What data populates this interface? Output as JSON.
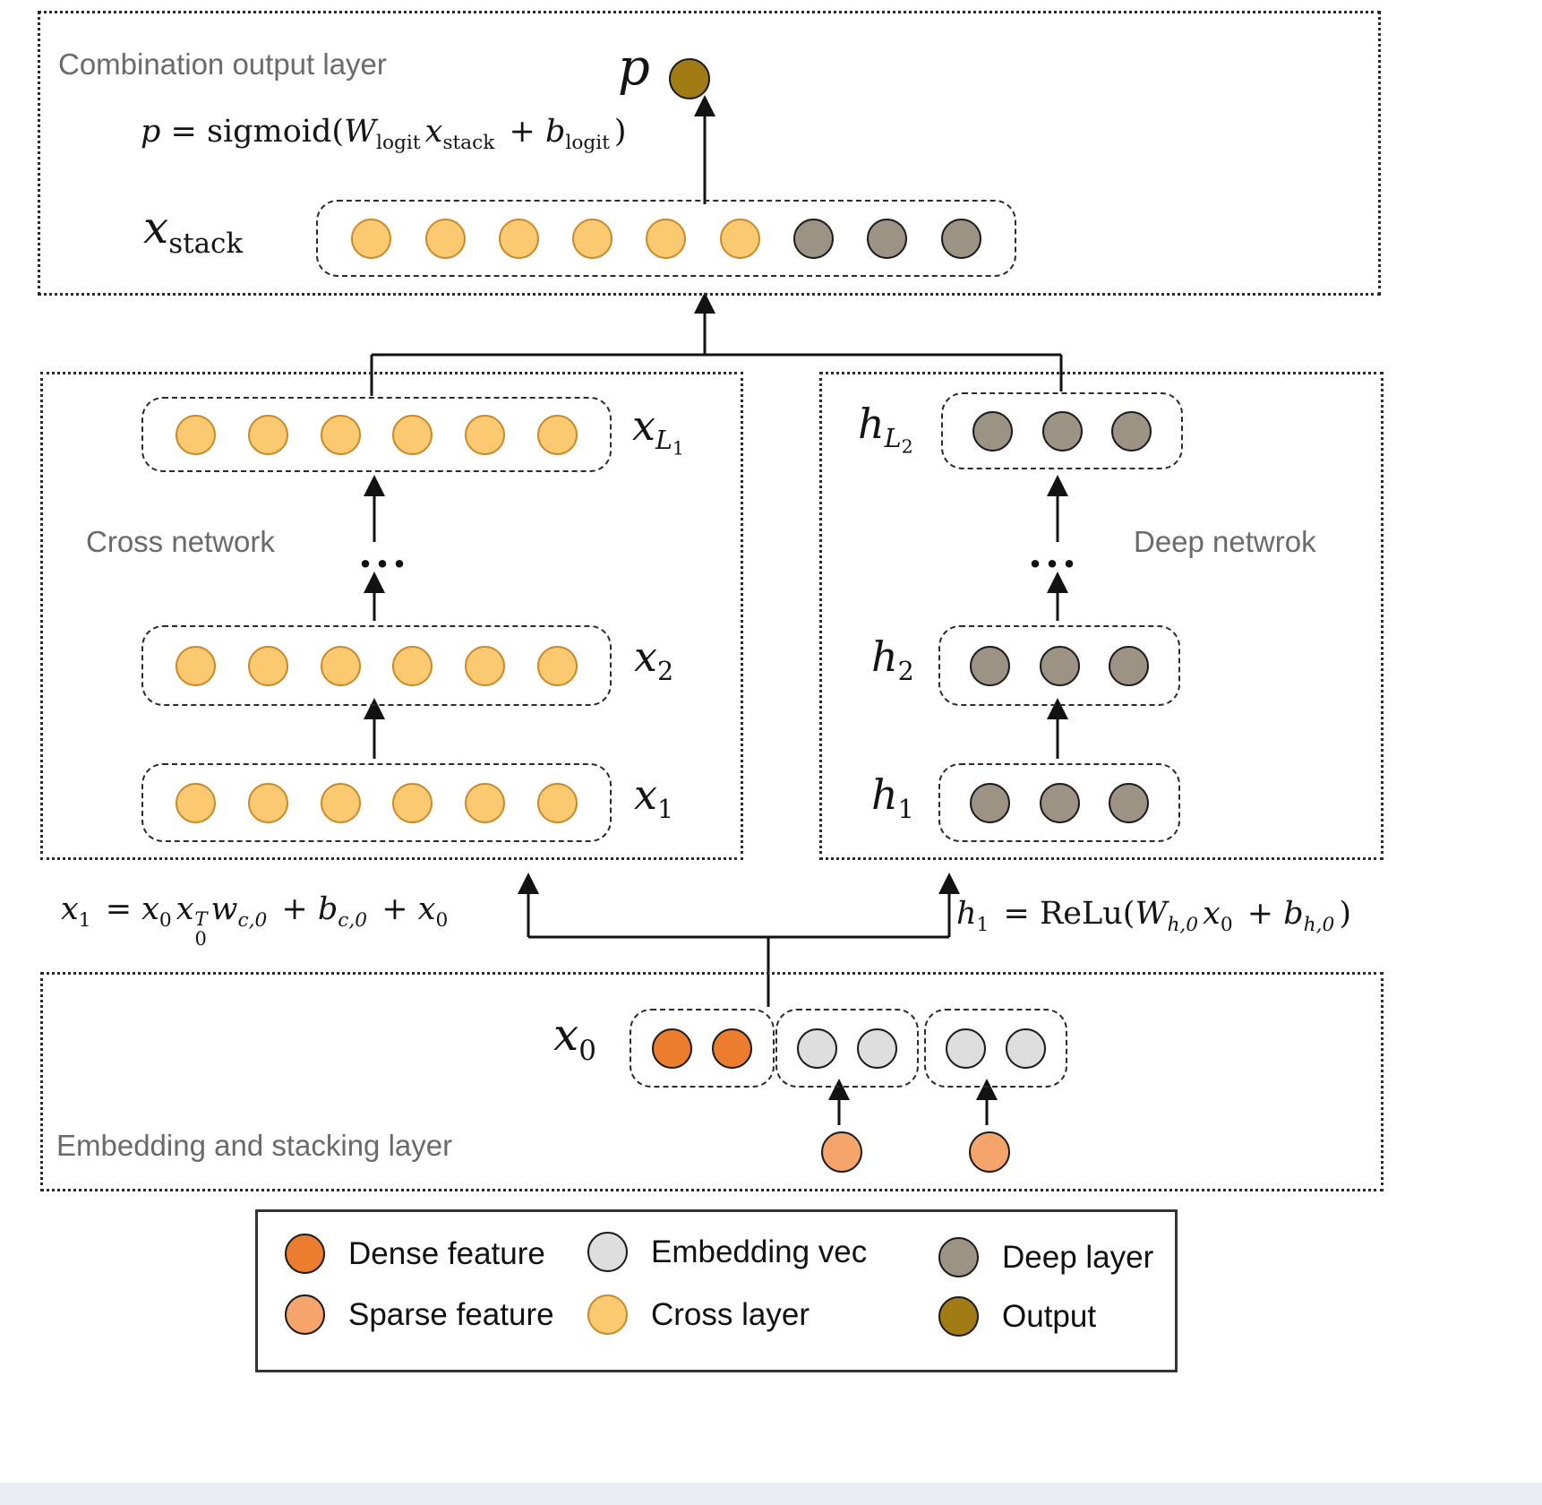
{
  "colors": {
    "dense": "#EC7D2F",
    "sparse": "#F5A56B",
    "embedding": "#DEDEDE",
    "cross": "#FBCA70",
    "cross_stroke": "#C98A2D",
    "deep": "#9C9384",
    "output": "#A17C14",
    "label_gray": "#6a6a6a",
    "line": "#121212"
  },
  "sections": {
    "combination": {
      "title": "Combination output layer"
    },
    "cross": {
      "title": "Cross network"
    },
    "deep": {
      "title": "Deep netwrok"
    },
    "embedding": {
      "title": "Embedding and stacking layer"
    }
  },
  "math": {
    "p": "p",
    "dots": "...",
    "x_stack": {
      "base": "x",
      "sub": "stack"
    },
    "xL1": {
      "base": "x",
      "sub": "L",
      "subsub": "1"
    },
    "x2": {
      "base": "x",
      "sub": "2"
    },
    "x1": {
      "base": "x",
      "sub": "1"
    },
    "hL2": {
      "base": "h",
      "sub": "L",
      "subsub": "2"
    },
    "h2": {
      "base": "h",
      "sub": "2"
    },
    "h1": {
      "base": "h",
      "sub": "1"
    },
    "x0": {
      "base": "x",
      "sub": "0"
    },
    "sigmoid": {
      "lhs": "p",
      "eq": " = ",
      "fn": "sigmoid(",
      "W": "W",
      "W_sub": "logit",
      "x": "x",
      "x_sub": "stack",
      "plus": " + ",
      "b": "b",
      "b_sub": "logit",
      "close": ")"
    },
    "cross_formula": {
      "x1": "x",
      "x1_sub": "1",
      "eq": " = ",
      "x0a": "x",
      "x0a_sub": "0",
      "x0b": "x",
      "x0b_sup": "T",
      "x0b_sub": "0",
      "w": "w",
      "w_sub": "c,0",
      "plus1": " + ",
      "b": "b",
      "b_sub": "c,0",
      "plus2": " + ",
      "x0c": "x",
      "x0c_sub": "0"
    },
    "deep_formula": {
      "h1": "h",
      "h1_sub": "1",
      "eq": " = ",
      "fn": "ReLu(",
      "W": "W",
      "W_sub": "h,0",
      "x0": "x",
      "x0_sub": "0",
      "plus": " + ",
      "b": "b",
      "b_sub": "h,0",
      "close": ")"
    }
  },
  "structure": {
    "x_stack_nodes": {
      "cross": 6,
      "deep": 3
    },
    "cross_layer_nodes": 6,
    "deep_layer_nodes": 3,
    "x0_groups": [
      {
        "type": "dense",
        "nodes": 2
      },
      {
        "type": "embedding",
        "nodes": 2
      },
      {
        "type": "embedding",
        "nodes": 2
      }
    ],
    "sparse_feature_nodes": 2
  },
  "legend": {
    "items": [
      {
        "label": "Dense feature",
        "color_key": "dense"
      },
      {
        "label": "Embedding vec",
        "color_key": "embedding"
      },
      {
        "label": "Deep layer",
        "color_key": "deep"
      },
      {
        "label": "Sparse feature",
        "color_key": "sparse"
      },
      {
        "label": "Cross layer",
        "color_key": "cross"
      },
      {
        "label": "Output",
        "color_key": "output"
      }
    ]
  }
}
